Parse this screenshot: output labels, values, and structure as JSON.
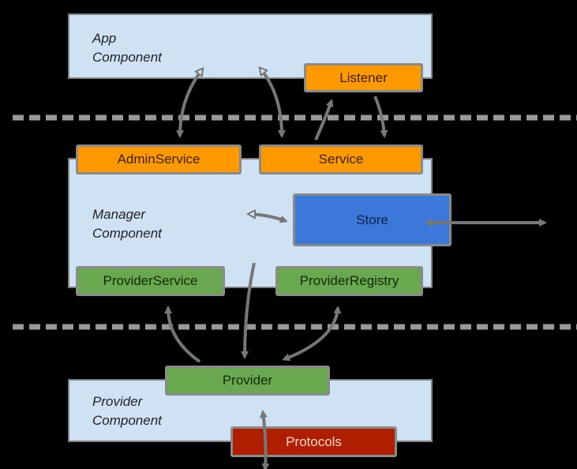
{
  "diagram": {
    "layers": [
      {
        "id": "app",
        "label_line1": "App",
        "label_line2": "Component"
      },
      {
        "id": "manager",
        "label_line1": "Manager",
        "label_line2": "Component"
      },
      {
        "id": "provider",
        "label_line1": "Provider",
        "label_line2": "Component"
      }
    ],
    "boxes": {
      "listener": "Listener",
      "admin_service": "AdminService",
      "service": "Service",
      "store": "Store",
      "provider_service": "ProviderService",
      "provider_registry": "ProviderRegistry",
      "provider": "Provider",
      "protocols": "Protocols"
    },
    "colors": {
      "layer": "#cfe2f3",
      "orange": "#ff9900",
      "green": "#6aa84f",
      "blue": "#3c78d8",
      "red": "#b01e00",
      "arrow": "#777777",
      "separator": "#999999"
    },
    "separators": 2
  }
}
